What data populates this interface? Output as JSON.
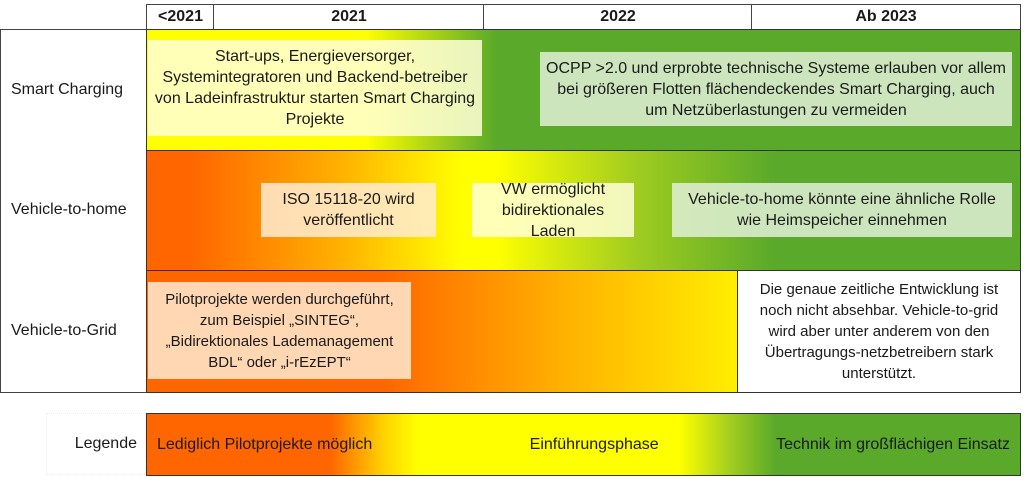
{
  "columns": [
    "<2021",
    "2021",
    "2022",
    "Ab 2023"
  ],
  "rows": [
    {
      "label": "Smart Charging",
      "notes": [
        "Start-ups, Energieversorger, Systemintegratoren und Backend-betreiber von Ladeinfrastruktur starten Smart Charging Projekte",
        "OCPP >2.0 und erprobte technische Systeme erlauben vor allem bei größeren Flotten flächendeckendes Smart Charging, auch um Netzüberlastungen zu vermeiden"
      ]
    },
    {
      "label": "Vehicle-to-home",
      "notes": [
        "ISO 15118-20 wird veröffentlicht",
        "VW ermöglicht bidirektionales Laden",
        "Vehicle-to-home könnte eine ähnliche Rolle wie Heimspeicher einnehmen"
      ]
    },
    {
      "label": "Vehicle-to-Grid",
      "notes": [
        "Pilotprojekte werden durchgeführt, zum Beispiel „SINTEG“, „Bidirektionales Lademanagement BDL“ oder „i-rEzEPT“",
        "Die genaue zeitliche Entwicklung ist noch nicht absehbar. Vehicle-to-grid wird aber unter anderem von den Übertragungs-netzbetreibern stark unterstützt."
      ]
    }
  ],
  "legend": {
    "title": "Legende",
    "items": [
      "Lediglich Pilotprojekte möglich",
      "Einführungsphase",
      "Technik im großflächigen Einsatz"
    ]
  },
  "colors": {
    "pilot": "#ff6600",
    "intro": "#ffff00",
    "deployed": "#5aa92a"
  }
}
